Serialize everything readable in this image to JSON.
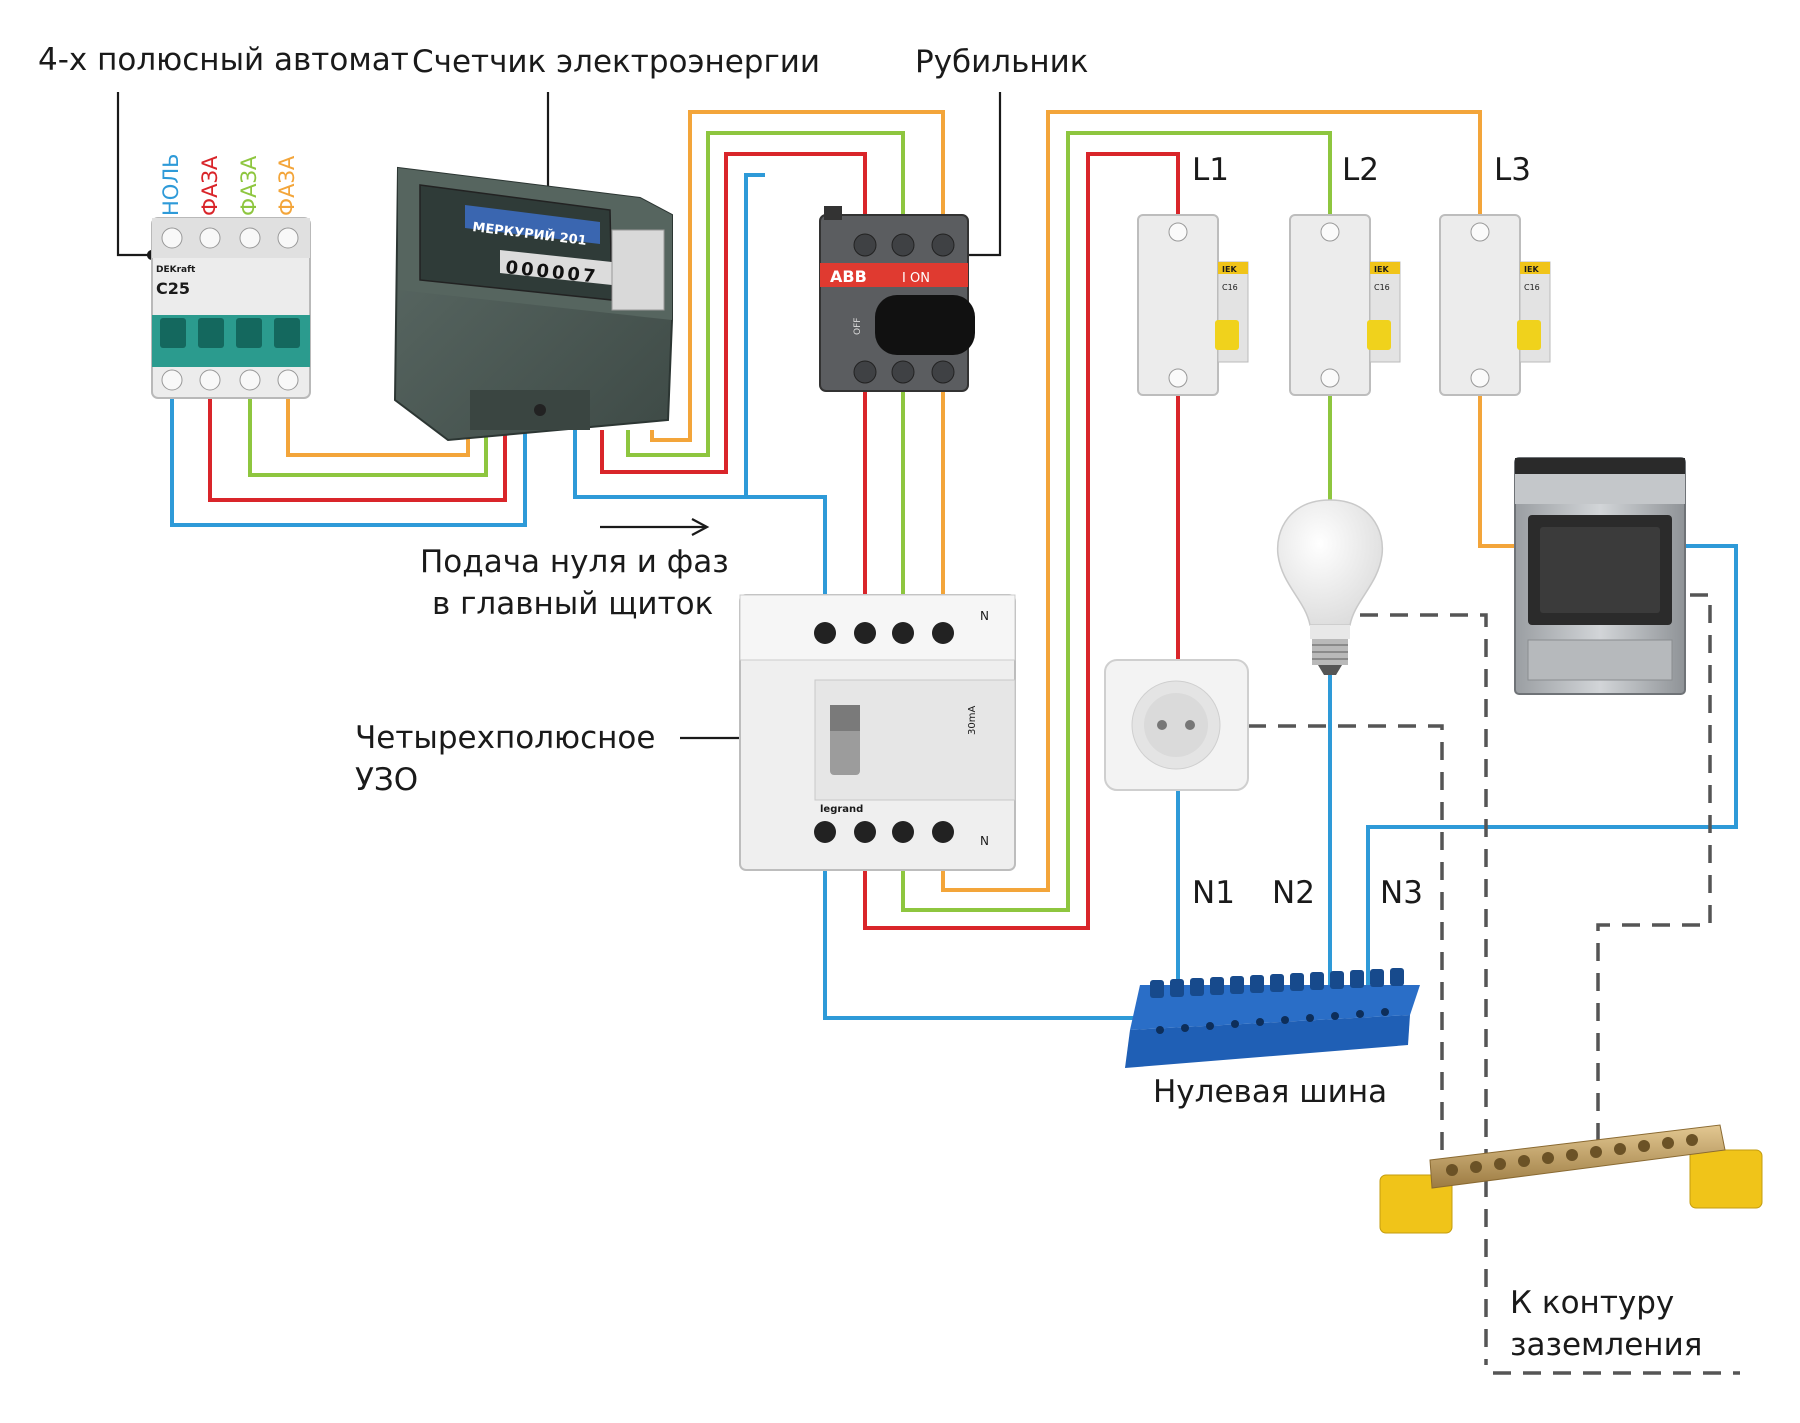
{
  "labels": {
    "breaker4p": "4-х полюсный автомат",
    "meter": "Счетчик электроэнергии",
    "switch": "Рубильник",
    "feed_line1": "Подача нуля и фаз",
    "feed_line2": "в главный щиток",
    "rcd_line1": "Четырехполюсное",
    "rcd_line2": "УЗО",
    "neutral_bus": "Нулевая шина",
    "ground_line1": "К контуру",
    "ground_line2": "заземления",
    "l1": "L1",
    "l2": "L2",
    "l3": "L3",
    "n1": "N1",
    "n2": "N2",
    "n3": "N3"
  },
  "terminal_labels": [
    "НОЛЬ",
    "ФАЗА",
    "ФАЗА",
    "ФАЗА"
  ],
  "device_text": {
    "breaker_brand": "DEKraft",
    "breaker_rating": "C25",
    "meter_brand": "МЕРКУРИЙ 201",
    "meter_reading": "000007",
    "switch_brand": "ABB",
    "switch_on": "I ON",
    "switch_off": "OFF",
    "rcd_rating": "30mA",
    "rcd_brand": "legrand",
    "rcd_n": "N",
    "mcb_brand": "IEK",
    "mcb_rating": "C16"
  },
  "colors": {
    "neutral": "#2e9ad8",
    "phase_a": "#d9252a",
    "phase_b": "#8ec63f",
    "phase_c": "#f3a53a",
    "ground": "#555555",
    "device_grey": "#e9e9e9",
    "meter_dark": "#4b5a55",
    "bus_blue": "#1f5fb5",
    "bus_brass": "#c9a86a",
    "bus_yellow": "#f0c419"
  }
}
